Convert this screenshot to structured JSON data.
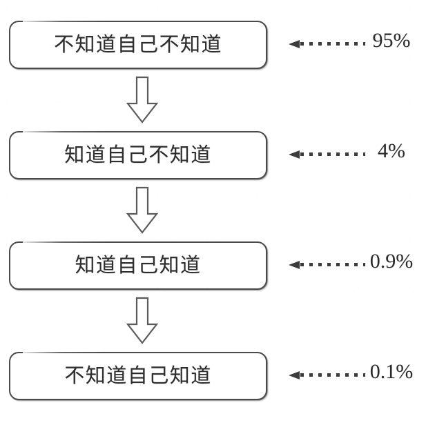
{
  "diagram": {
    "type": "vertical-flowchart",
    "title": "",
    "background_color": "#ffffff",
    "box_border_color": "#4a4a4a",
    "text_color": "#2e2e2e",
    "leader_color": "#3b3b3b",
    "connector": {
      "shape": "hollow-block-arrow-down",
      "count": 3
    },
    "steps": [
      {
        "label": "不知道自己不知道",
        "percent": "95%",
        "leader_icon": "dotted-left-arrow-icon"
      },
      {
        "label": "知道自己不知道",
        "percent": "4%",
        "leader_icon": "dotted-left-arrow-icon"
      },
      {
        "label": "知道自己知道",
        "percent": "0.9%",
        "leader_icon": "dotted-left-arrow-icon"
      },
      {
        "label": "不知道自己知道",
        "percent": "0.1%",
        "leader_icon": "dotted-left-arrow-icon"
      }
    ]
  },
  "chart_data": {
    "type": "bar",
    "title": "",
    "xlabel": "",
    "ylabel": "",
    "categories": [
      "不知道自己不知道",
      "知道自己不知道",
      "知道自己知道",
      "不知道自己知道"
    ],
    "values": [
      95,
      4,
      0.9,
      0.1
    ],
    "value_labels": [
      "95%",
      "4%",
      "0.9%",
      "0.1%"
    ],
    "unit": "%",
    "ylim": [
      0,
      100
    ],
    "grid": false,
    "legend": false
  }
}
